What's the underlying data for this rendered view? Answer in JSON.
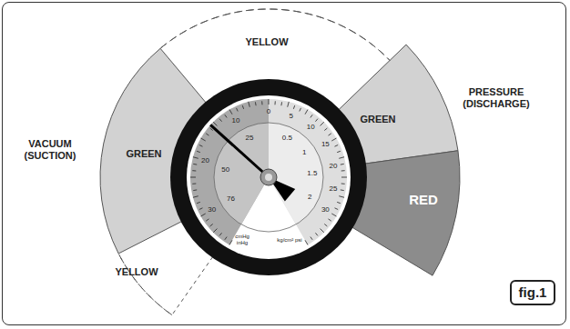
{
  "diagram": {
    "caption": "fig.1",
    "nodes": [
      {
        "text": [
          "YELLOW"
        ]
      },
      {
        "text": [
          "GREEN"
        ]
      },
      {
        "text": [
          "RED"
        ]
      },
      {
        "text": [
          "GREEN"
        ]
      },
      {
        "text": [
          "YELLOW"
        ]
      },
      {
        "text": [
          "fig.1"
        ]
      }
    ],
    "labels": [
      "VACUUM (SUCTION)",
      "PRESSURE (DISCHARGE)",
      "0",
      "5",
      "10",
      "15",
      "20",
      "25",
      "30",
      "0.5",
      "1",
      "1.5",
      "2",
      "10",
      "20",
      "30",
      "25",
      "50",
      "76",
      "cmHg inHg",
      "kg/cm² psi"
    ]
  }
}
